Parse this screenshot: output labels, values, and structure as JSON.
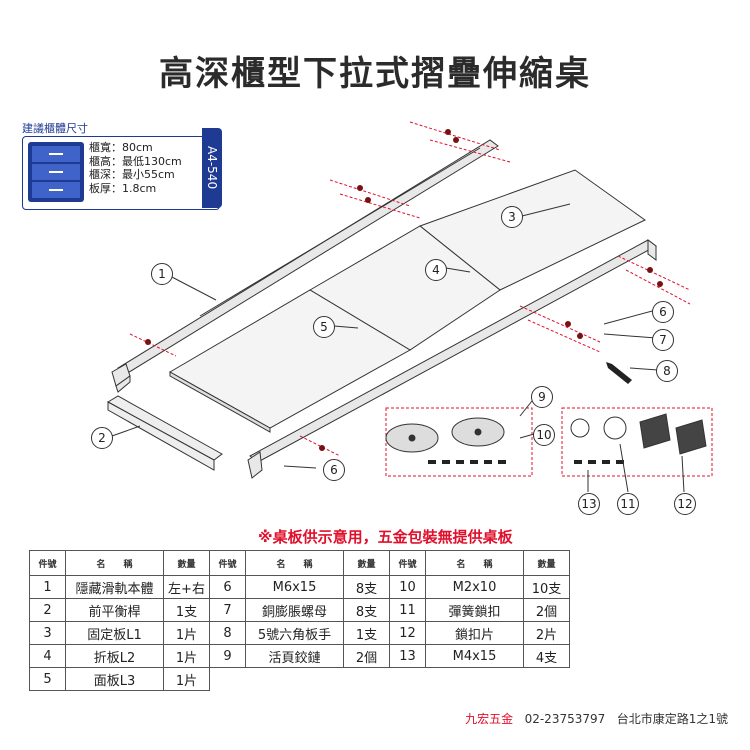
{
  "title": "高深櫃型下拉式摺疊伸縮桌",
  "cabinet": {
    "label": "建議櫃體尺寸",
    "code": "A4-540",
    "specs": [
      "櫃寬：80cm",
      "櫃高：最低130cm",
      "櫃深：最小55cm",
      "板厚：1.8cm"
    ]
  },
  "callouts": [
    "1",
    "2",
    "3",
    "4",
    "5",
    "6",
    "6",
    "7",
    "8",
    "9",
    "10",
    "11",
    "12",
    "13"
  ],
  "notice": "※桌板供示意用，五金包裝無提供桌板",
  "table": {
    "headers": [
      "件號",
      "名　　稱",
      "數量",
      "件號",
      "名　　稱",
      "數量",
      "件號",
      "名　　稱",
      "數量"
    ],
    "rows": [
      [
        "1",
        "隱藏滑軌本體",
        "左+右",
        "6",
        "M6x15",
        "8支",
        "10",
        "M2x10",
        "10支"
      ],
      [
        "2",
        "前平衡桿",
        "1支",
        "7",
        "銅膨脹螺母",
        "8支",
        "11",
        "彈簧鎖扣",
        "2個"
      ],
      [
        "3",
        "固定板L1",
        "1片",
        "8",
        "5號六角板手",
        "1支",
        "12",
        "鎖扣片",
        "2片"
      ],
      [
        "4",
        "折板L2",
        "1片",
        "9",
        "活頁鉸鏈",
        "2個",
        "13",
        "M4x15",
        "4支"
      ],
      [
        "5",
        "面板L3",
        "1片",
        "",
        "",
        "",
        "",
        "",
        ""
      ]
    ]
  },
  "footer": {
    "brand": "九宏五金",
    "phone": "02-23753797",
    "address": "台北市康定路1之1號"
  },
  "colors": {
    "accent": "#e0102c",
    "brand_blue": "#1f3a93"
  }
}
